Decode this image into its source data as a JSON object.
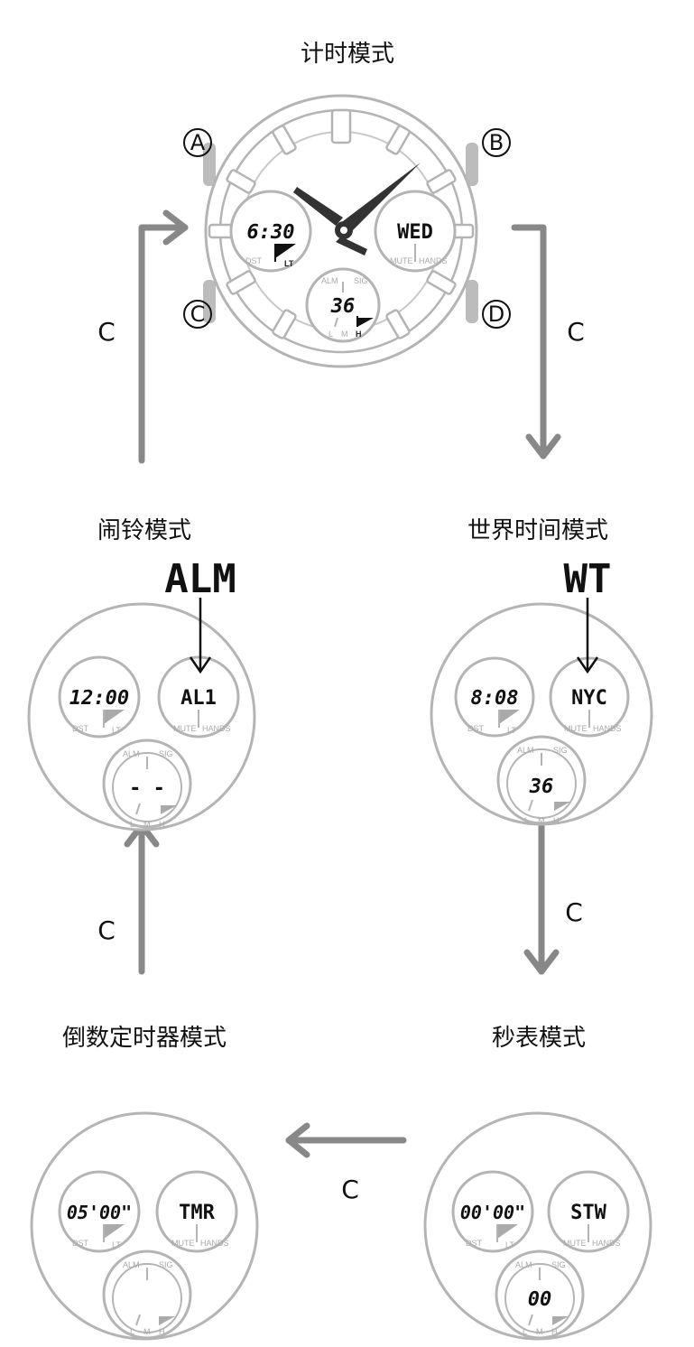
{
  "modes": {
    "timekeeping": {
      "title": "计时模式",
      "sub_left": "6:30",
      "sub_right": "WED",
      "sub_bottom": "36"
    },
    "world_time": {
      "title": "世界时间模式",
      "callout": "WT",
      "sub_left": "8:08",
      "sub_right": "NYC",
      "sub_bottom": "36"
    },
    "alarm": {
      "title": "闹铃模式",
      "callout": "ALM",
      "sub_left": "12:00",
      "sub_right": "AL1",
      "sub_bottom": "- -"
    },
    "stopwatch": {
      "title": "秒表模式",
      "sub_left": "00'00\"",
      "sub_right": "STW",
      "sub_bottom": "00"
    },
    "timer": {
      "title": "倒数定时器模式",
      "sub_left": "05'00\"",
      "sub_right": "TMR",
      "sub_bottom": ""
    }
  },
  "buttons": {
    "a": "A",
    "b": "B",
    "c": "C",
    "d": "D"
  },
  "arrow_label": "C",
  "dial_labels": {
    "dst": "DST",
    "lt": "LT",
    "mute": "MUTE",
    "hands": "HANDS",
    "alm": "ALM",
    "sig": "SIG",
    "l": "L",
    "m": "M",
    "h": "H"
  },
  "colors": {
    "arrow": "#888888",
    "outline": "#b4b4b4",
    "hand": "#333333",
    "button": "#bcbcbc"
  }
}
